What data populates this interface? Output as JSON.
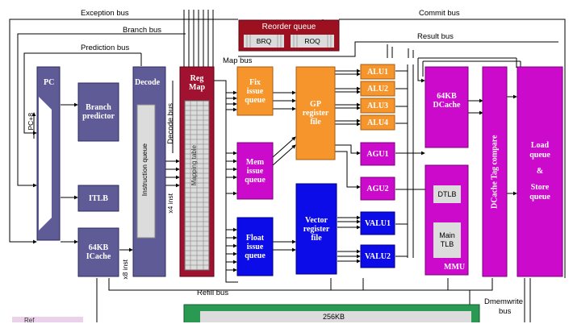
{
  "buses": {
    "exception": "Exception bus",
    "branch": "Branch bus",
    "prediction": "Prediction bus",
    "commit": "Commit bus",
    "result": "Result bus",
    "map": "Map bus",
    "decode": "Decode bus",
    "refill": "Refill bus",
    "dmemwrite_line1": "Dmemwrite",
    "dmemwrite_line2": "bus"
  },
  "blocks": {
    "pc": "PC",
    "pc_plus8": "PC+8",
    "branch_predictor_line1": "Branch",
    "branch_predictor_line2": "predictor",
    "itlb": "ITLB",
    "icache_line1": "64KB",
    "icache_line2": "ICache",
    "decode": "Decode",
    "instruction_queue": "Instruction queue",
    "x8_inst": "x8 inst",
    "x4_inst": "x4 inst",
    "reg_map_line1": "Reg",
    "reg_map_line2": "Map",
    "mapping_table": "Mapping table",
    "reorder_queue": "Reorder queue",
    "brq": "BRQ",
    "roq": "ROQ",
    "fix_issue_line1": "Fix",
    "fix_issue_line2": "issue",
    "fix_issue_line3": "queue",
    "mem_issue_line1": "Mem",
    "mem_issue_line2": "issue",
    "mem_issue_line3": "queue",
    "float_issue_line1": "Float",
    "float_issue_line2": "issue",
    "float_issue_line3": "queue",
    "gp_line1": "GP",
    "gp_line2": "register",
    "gp_line3": "file",
    "vector_line1": "Vector",
    "vector_line2": "register",
    "vector_line3": "file",
    "alu1": "ALU1",
    "alu2": "ALU2",
    "alu3": "ALU3",
    "alu4": "ALU4",
    "agu1": "AGU1",
    "agu2": "AGU2",
    "valu1": "VALU1",
    "valu2": "VALU2",
    "dcache_line1": "64KB",
    "dcache_line2": "DCache",
    "dtlb": "DTLB",
    "main_tlb_line1": "Main",
    "main_tlb_line2": "TLB",
    "mmu": "MMU",
    "dcache_tag_compare": "DCache Tag compare",
    "lsq_line1": "Load",
    "lsq_line2": "queue",
    "lsq_line3": "&",
    "lsq_line4": "Store",
    "lsq_line5": "queue",
    "l2_cache": "256KB",
    "legend_partial": "Ref"
  },
  "colors": {
    "slate": "#5f5b96",
    "maroon": "#a0122f",
    "orange": "#f5952b",
    "magenta": "#cc0acc",
    "blue": "#0c0ce8",
    "green": "#2a9a52",
    "darkred": "#9c1020",
    "lightgray": "#dcdcdc"
  }
}
